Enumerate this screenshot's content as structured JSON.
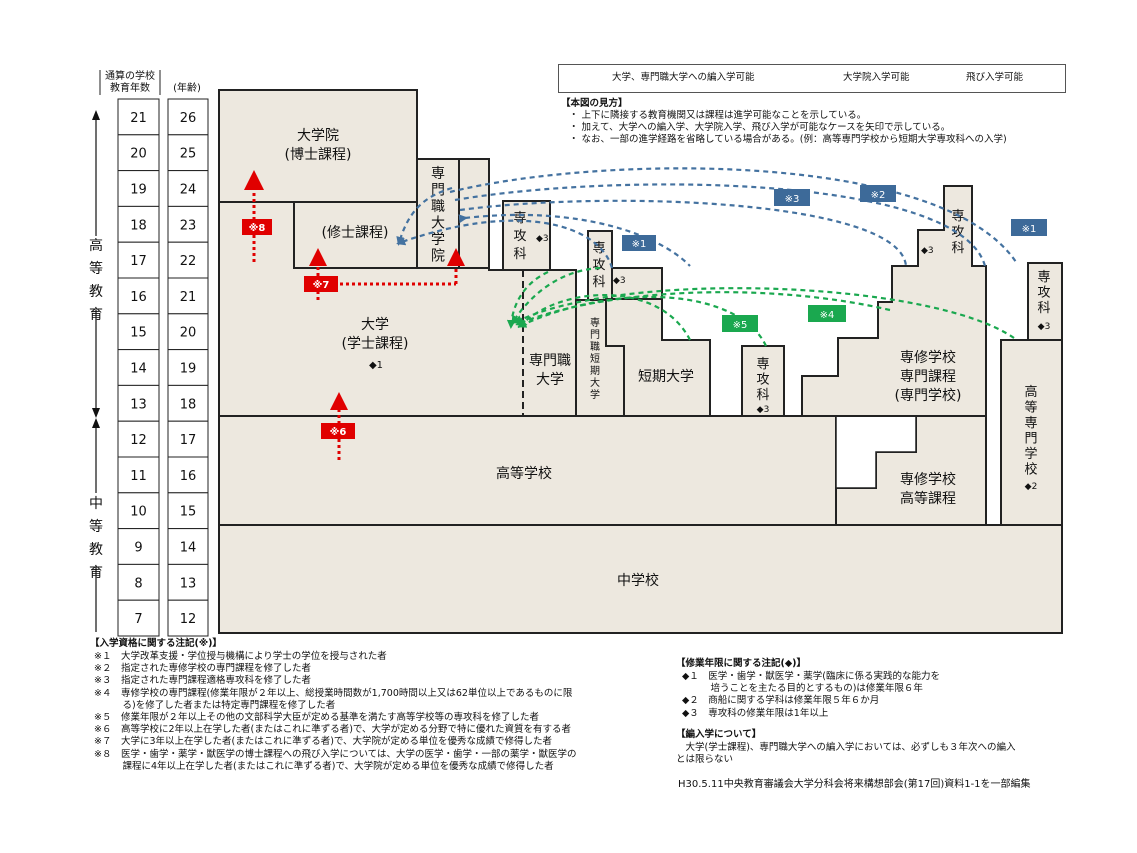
{
  "header": {
    "col_years_label": [
      "通算の学校",
      "教育年数"
    ],
    "col_age_label": "(年齢)"
  },
  "stages": {
    "higher": "高等教育",
    "secondary": "中等教育"
  },
  "years": [
    "21",
    "20",
    "19",
    "18",
    "17",
    "16",
    "15",
    "14",
    "13",
    "12",
    "11",
    "10",
    "9",
    "8",
    "7"
  ],
  "ages": [
    "26",
    "25",
    "24",
    "23",
    "22",
    "21",
    "20",
    "19",
    "18",
    "17",
    "16",
    "15",
    "14",
    "13",
    "12"
  ],
  "legend": {
    "transfer": "大学、専門職大学への編入学可能",
    "graduate": "大学院入学可能",
    "early": "飛び入学可能"
  },
  "guide": {
    "title": "【本図の見方】",
    "lines": [
      "・ 上下に隣接する教育機関又は課程は進学可能なことを示している。",
      "・ 加えて、大学への編入学、大学院入学、飛び入学が可能なケースを矢印で示している。",
      "・ なお、一部の進学経路を省略している場合がある。(例：高等専門学校から短期大学専攻科への入学)"
    ]
  },
  "schools": {
    "grad_doctor_1": "大学院",
    "grad_doctor_2": "(博士課程)",
    "grad_master": "(修士課程)",
    "prof_grad": [
      "専",
      "門",
      "職",
      "大",
      "学",
      "院"
    ],
    "univ_1": "大学",
    "univ_2": "(学士課程)",
    "univ_mark": "◆1",
    "advanced_1": [
      "専",
      "攻",
      "科"
    ],
    "advanced_1_mark": "◆3",
    "advanced_2": [
      "専",
      "攻",
      "科"
    ],
    "advanced_2_mark": "◆3",
    "prof_univ": [
      "専門職",
      "大学"
    ],
    "prof_junior": [
      "専",
      "門",
      "職",
      "短",
      "期",
      "大",
      "学"
    ],
    "junior_college": "短期大学",
    "advanced_3": [
      "専",
      "攻",
      "科"
    ],
    "advanced_3_mark": "◆3",
    "advanced_4": [
      "専",
      "攻",
      "科"
    ],
    "advanced_4_mark": "◆3",
    "advanced_5": [
      "専",
      "攻",
      "科"
    ],
    "advanced_5_mark": "◆3",
    "special_pro": [
      "専修学校",
      "専門課程",
      "(専門学校)"
    ],
    "kosen": [
      "高",
      "等",
      "専",
      "門",
      "学",
      "校"
    ],
    "kosen_mark": "◆2",
    "high_school": "高等学校",
    "special_high": [
      "専修学校",
      "高等課程"
    ],
    "junior_high": "中学校"
  },
  "tags": {
    "n1": "※1",
    "n1b": "※1",
    "n2": "※2",
    "n3": "※3",
    "n4": "※4",
    "n5": "※5",
    "n6": "※6",
    "n7": "※7",
    "n8": "※8"
  },
  "colors": {
    "blue": "#4472a0",
    "green": "#1aa84f",
    "red": "#e00000",
    "box_fill": "#ede8df",
    "stroke": "#222222"
  },
  "notes_entry": {
    "title": "【入学資格に関する注記(※)】",
    "lines": [
      "※１　大学改革支援・学位授与機構により学士の学位を授与された者",
      "※２　指定された専修学校の専門課程を修了した者",
      "※３　指定された専門課程適格専攻科を修了した者",
      "※４　専修学校の専門課程(修業年限が２年以上、総授業時間数が1,700時間以上又は62単位以上であるものに限",
      "　　　る)を修了した者または特定専門課程を修了した者",
      "※５　修業年限が２年以上その他の文部科学大臣が定める基準を満たす高等学校等の専攻科を修了した者",
      "※６　高等学校に2年以上在学した者(またはこれに準ずる者)で、大学が定める分野で特に優れた資質を有する者",
      "※７　大学に3年以上在学した者(またはこれに準ずる者)で、大学院が定める単位を優秀な成績で修得した者",
      "※８　医学・歯学・薬学・獣医学の博士課程への飛び入学については、大学の医学・歯学・一部の薬学・獣医学の",
      "　　　課程に4年以上在学した者(またはこれに準ずる者)で、大学院が定める単位を優秀な成績で修得した者"
    ]
  },
  "notes_years": {
    "title": "【修業年限に関する注記(◆)】",
    "lines": [
      "◆１　医学・歯学・獣医学・薬学(臨床に係る実践的な能力を",
      "　　　培うことを主たる目的とするもの)は修業年限６年",
      "◆２　商船に関する学科は修業年限５年６か月",
      "◆３　専攻科の修業年限は1年以上"
    ]
  },
  "notes_transfer": {
    "title": "【編入学について】",
    "lines": [
      "　大学(学士課程)、専門職大学への編入学においては、必ずしも３年次への編入",
      "とは限らない"
    ]
  },
  "source": "H30.5.11中央教育審議会大学分科会将来構想部会(第17回)資料1-1を一部編集"
}
